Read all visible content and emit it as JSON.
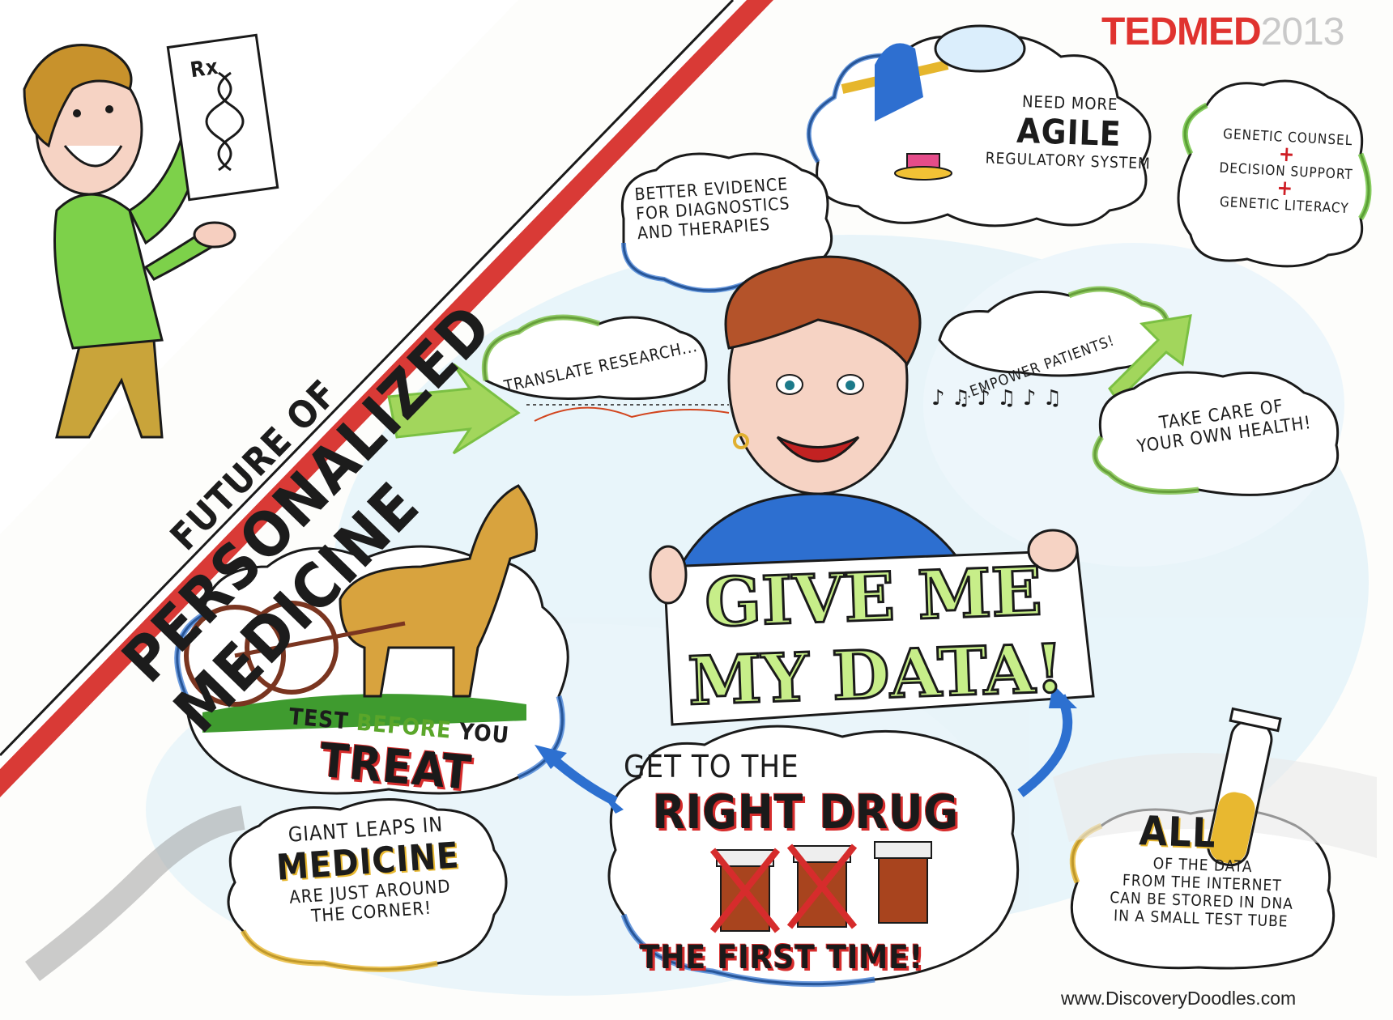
{
  "brand": {
    "ted": "TEDMED",
    "year": "2013"
  },
  "banner": {
    "line1": "FUTURE OF",
    "line2": "PERSONALIZED MEDICINE"
  },
  "prescription": {
    "rx": "Rx"
  },
  "clouds": {
    "agile": {
      "line1": "NEED MORE",
      "line2": "AGILE",
      "line3": "REGULATORY SYSTEM"
    },
    "genetic": {
      "line1": "GENETIC COUNSEL",
      "line2": "DECISION SUPPORT",
      "line3": "GENETIC LITERACY"
    },
    "evidence": {
      "line1": "BETTER EVIDENCE",
      "line2": "FOR DIAGNOSTICS",
      "line3": "AND THERAPIES"
    },
    "translate": {
      "text": "TRANSLATE RESEARCH..."
    },
    "empower": {
      "text": "...EMPOWER PATIENTS!"
    },
    "takecare": {
      "line1": "TAKE CARE OF",
      "line2": "YOUR OWN HEALTH!"
    },
    "treat": {
      "w1": "TEST",
      "w2": "BEFORE",
      "w3": "YOU",
      "line2": "TREAT"
    },
    "drug": {
      "line1": "GET TO THE",
      "line2": "RIGHT DRUG",
      "line3": "THE FIRST TIME!"
    },
    "leaps": {
      "line1": "GIANT LEAPS IN",
      "line2": "MEDICINE",
      "line3": "ARE JUST AROUND",
      "line4": "THE CORNER!"
    },
    "dna": {
      "line1": "ALL",
      "line2": "OF THE DATA",
      "line3": "FROM THE INTERNET",
      "line4": "CAN BE STORED IN DNA",
      "line5": "IN A SMALL TEST TUBE"
    }
  },
  "sign": {
    "line1": "GIVE ME",
    "line2": "MY DATA!"
  },
  "footer": {
    "url": "www.DiscoveryDoodles.com"
  },
  "colors": {
    "red": "#cf1f26",
    "blue": "#1f6fd1",
    "green": "#7bc043",
    "skyblue": "#bfe3f5",
    "yellow": "#f2c235"
  }
}
